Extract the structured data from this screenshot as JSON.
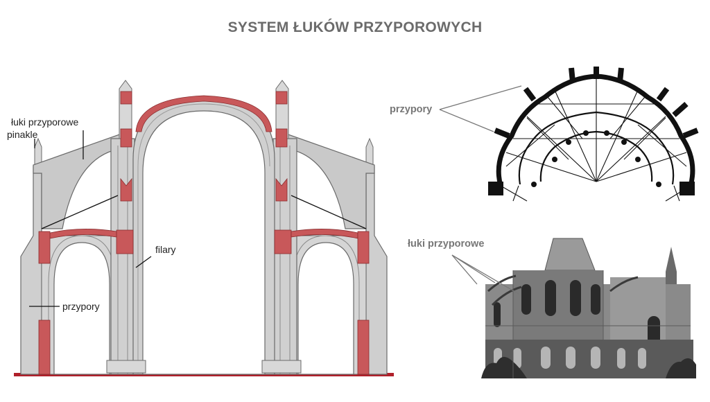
{
  "title": "SYSTEM ŁUKÓW PRZYPOROWYCH",
  "section_diagram": {
    "labels": {
      "flying_buttresses": "łuki przyporowe",
      "pinnacles": "pinakle",
      "piers": "filary",
      "buttresses": "przypory"
    }
  },
  "plan_diagram": {
    "labels": {
      "buttresses": "przypory"
    }
  },
  "photo": {
    "labels": {
      "flying_buttresses": "łuki przyporowe"
    }
  },
  "colors": {
    "structure_grey": "#c9c9c9",
    "outline": "#6a6a6a",
    "highlight_red": "#c8585a",
    "ground": "#b0202a",
    "label_grey": "#777777"
  }
}
